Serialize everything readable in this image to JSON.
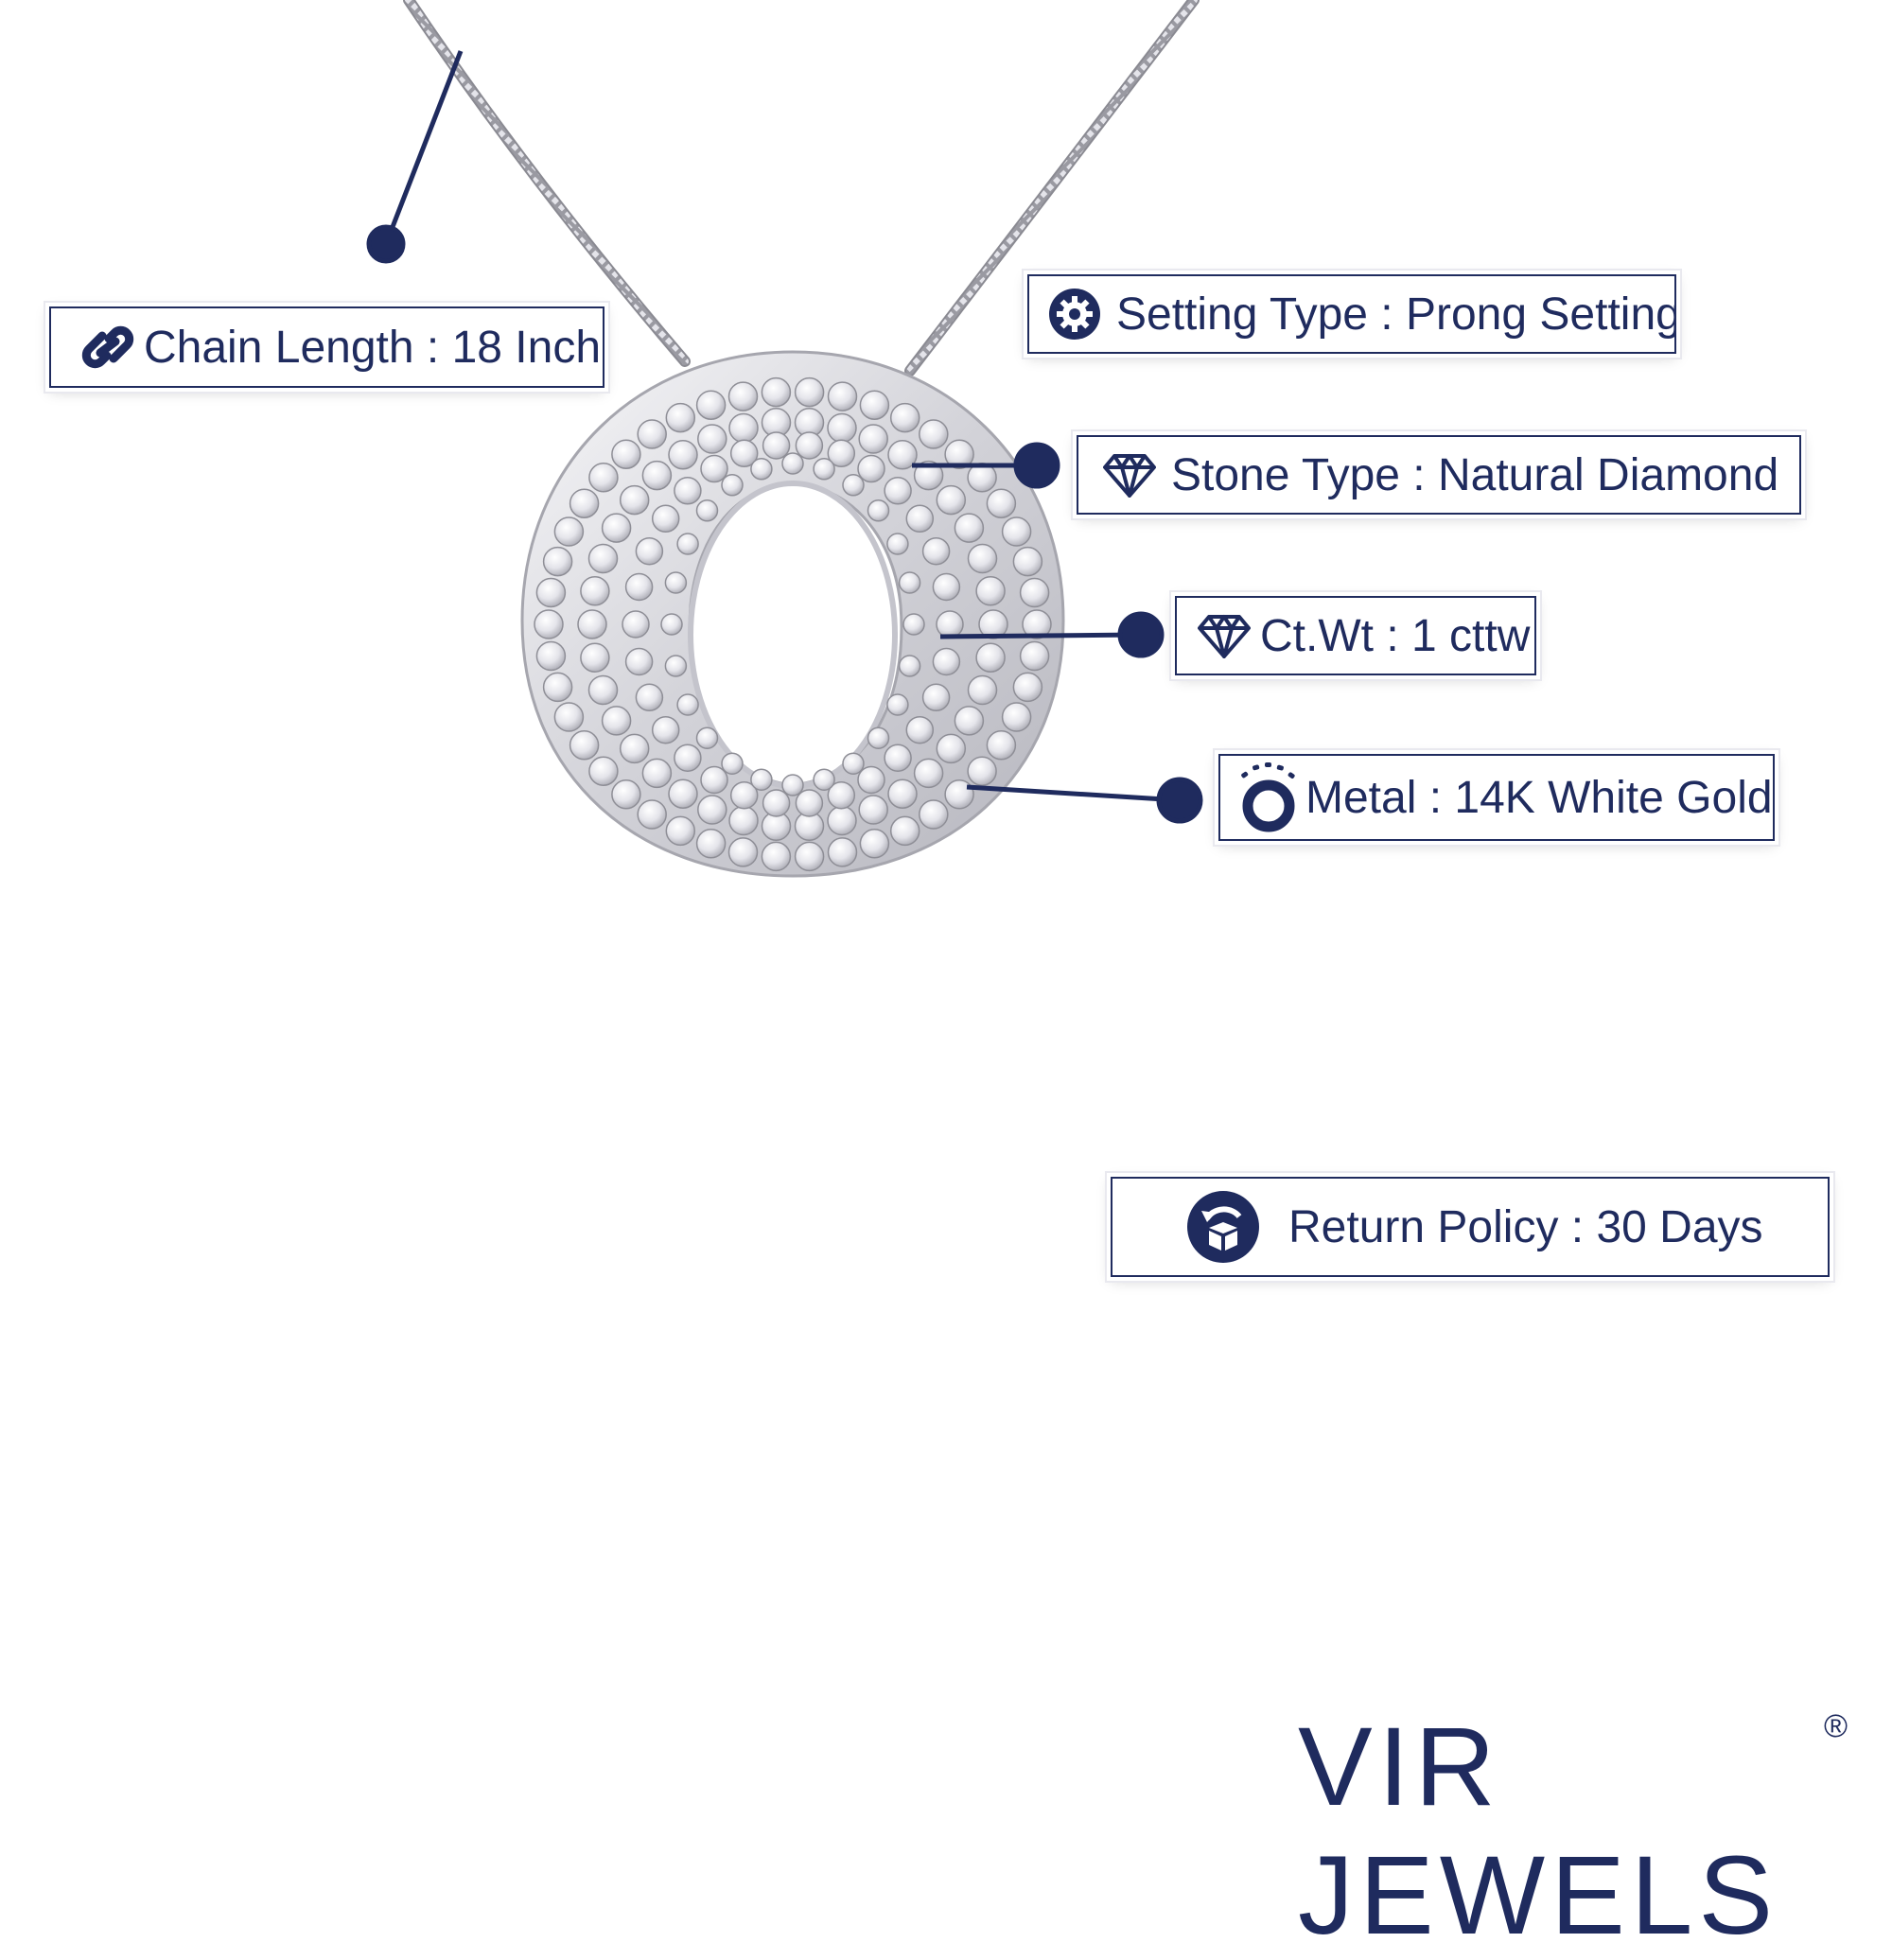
{
  "callouts": {
    "chain_length": {
      "label": "Chain Length : 18 Inch",
      "icon": "chain-link-icon"
    },
    "setting_type": {
      "label": "Setting Type : Prong Setting",
      "icon": "gear-icon"
    },
    "stone_type": {
      "label": "Stone Type : Natural Diamond",
      "icon": "diamond-icon"
    },
    "carat_weight": {
      "label": "Ct.Wt : 1 cttw",
      "icon": "diamond-icon"
    },
    "metal": {
      "label": "Metal : 14K White Gold",
      "icon": "ring-icon"
    },
    "return_policy": {
      "label": "Return Policy : 30 Days",
      "icon": "return-box-icon"
    }
  },
  "brand": {
    "name": "VIR JEWELS",
    "mark": "®"
  },
  "colors": {
    "accent": "#1f2b5e",
    "metal": "#d8d8de",
    "background": "#ffffff"
  }
}
